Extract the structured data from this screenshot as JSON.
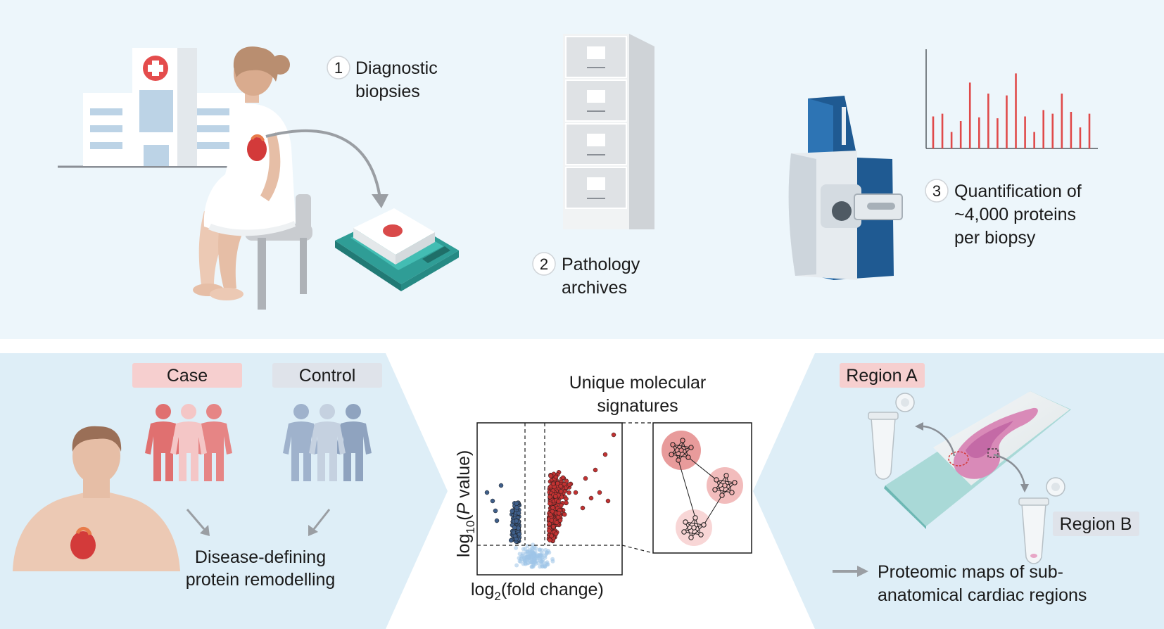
{
  "steps": [
    {
      "number": "1",
      "line1": "Diagnostic",
      "line2": "biopsies",
      "line3": ""
    },
    {
      "number": "2",
      "line1": "Pathology",
      "line2": "archives",
      "line3": ""
    },
    {
      "number": "3",
      "line1": "Quantification of",
      "line2": "~4,000 proteins",
      "line3": "per biopsy"
    }
  ],
  "groups": {
    "case_label": "Case",
    "control_label": "Control",
    "remodelling_line1": "Disease-defining",
    "remodelling_line2": "protein remodelling"
  },
  "signatures": {
    "line1": "Unique molecular",
    "line2": "signatures"
  },
  "volcano": {
    "ylabel_prefix": "log",
    "ylabel_sub": "10",
    "ylabel_paren": "(",
    "ylabel_p": "P",
    "ylabel_suffix": " value)",
    "xlabel_prefix": "log",
    "xlabel_sub": "2",
    "xlabel_suffix": "(fold change)"
  },
  "regions": {
    "region_a": "Region A",
    "region_b": "Region B",
    "maps_line1": "Proteomic maps of sub-",
    "maps_line2": "anatomical cardiac regions"
  },
  "colors": {
    "top_bg": "#edf6fb",
    "bottom_bg": "#deeef7",
    "case_tag": "#f6cfcf",
    "control_tag": "#dfe3ea",
    "case_red": "#e07070",
    "control_blue": "#9fb2cc",
    "spectrum_red": "#e04a4a",
    "instrument_blue": "#1f5a92",
    "tray_teal": "#3cb3aa"
  },
  "spectrum_peaks": [
    0.35,
    0.38,
    0.18,
    0.3,
    0.72,
    0.34,
    0.6,
    0.33,
    0.58,
    0.82,
    0.35,
    0.18,
    0.42,
    0.38,
    0.6,
    0.4,
    0.23,
    0.38
  ]
}
